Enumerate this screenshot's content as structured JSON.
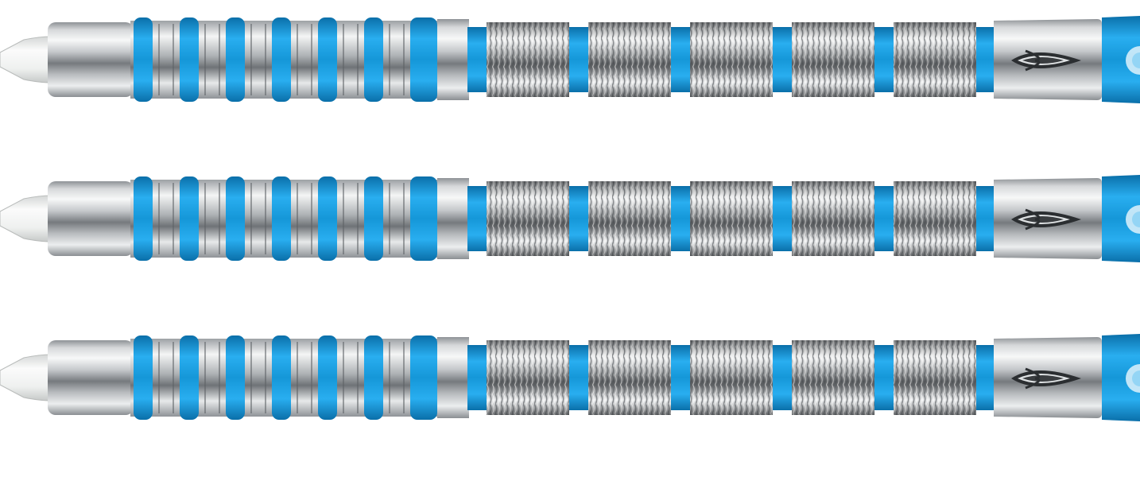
{
  "image": {
    "subject": "darts",
    "background_color": "#ffffff"
  },
  "darts": [
    {
      "id": "dart-1"
    },
    {
      "id": "dart-2"
    },
    {
      "id": "dart-3"
    }
  ],
  "colors": {
    "accent_blue": "#1598d9",
    "accent_blue_dark": "#0b79b8",
    "steel_light": "#f2f3f4",
    "steel_mid": "#b7bbbf",
    "steel_dark": "#6c7075",
    "tip_white": "#eceeed",
    "logo_dark": "#2b2e31"
  },
  "icons": {
    "barrel_logo": "target-logo-icon",
    "shaft_logo": "shaft-emblem-icon"
  }
}
